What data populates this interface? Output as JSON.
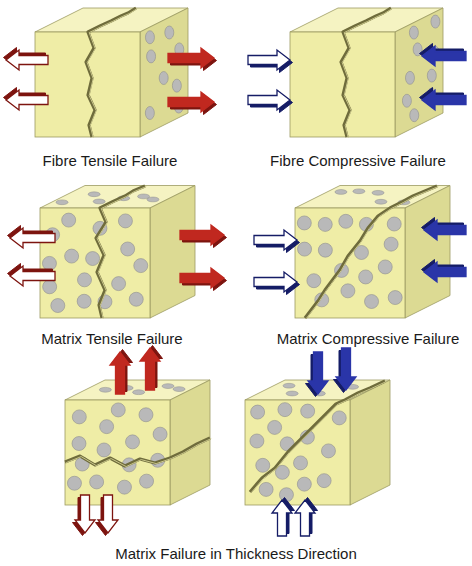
{
  "diagram": {
    "labels": [
      "Fibre Tensile Failure",
      "Fibre Compressive Failure",
      "Matrix Tensile Failure",
      "Matrix Compressive Failure",
      "Matrix Failure in Thickness Direction"
    ]
  }
}
